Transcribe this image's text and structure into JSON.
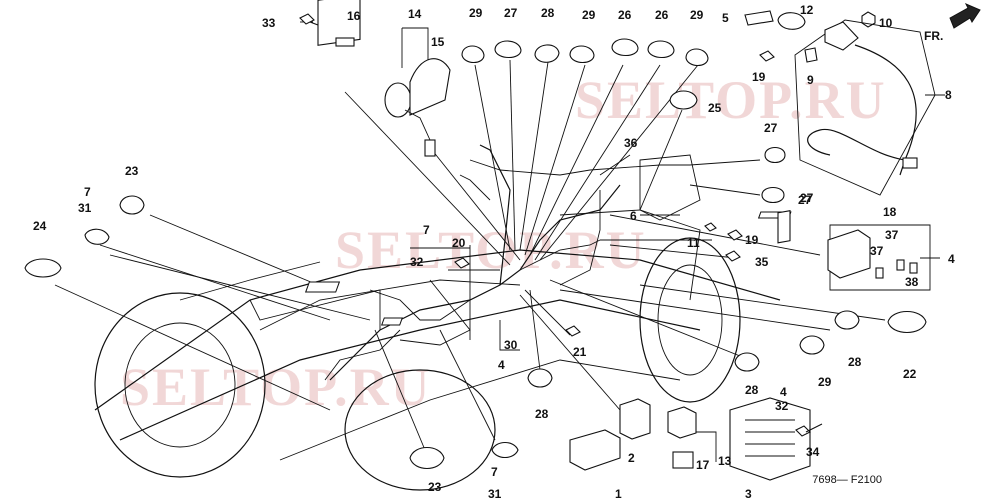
{
  "diagram": {
    "direction_label": "FR.",
    "code": "7698— F2100",
    "watermarks": [
      "SELTOP.RU",
      "SELTOP.RU",
      "SELTOP.RU"
    ],
    "labels": [
      "33",
      "16",
      "14",
      "15",
      "29",
      "27",
      "28",
      "29",
      "26",
      "26",
      "29",
      "5",
      "12",
      "10",
      "19",
      "9",
      "8",
      "25",
      "36",
      "27",
      "27",
      "6",
      "18",
      "23",
      "7",
      "31",
      "24",
      "7",
      "32",
      "20",
      "11",
      "19",
      "35",
      "37",
      "37",
      "38",
      "4",
      "4",
      "30",
      "21",
      "28",
      "27",
      "28",
      "29",
      "22",
      "4",
      "32",
      "28",
      "34",
      "23",
      "7",
      "31",
      "1",
      "2",
      "17",
      "13",
      "3"
    ]
  }
}
